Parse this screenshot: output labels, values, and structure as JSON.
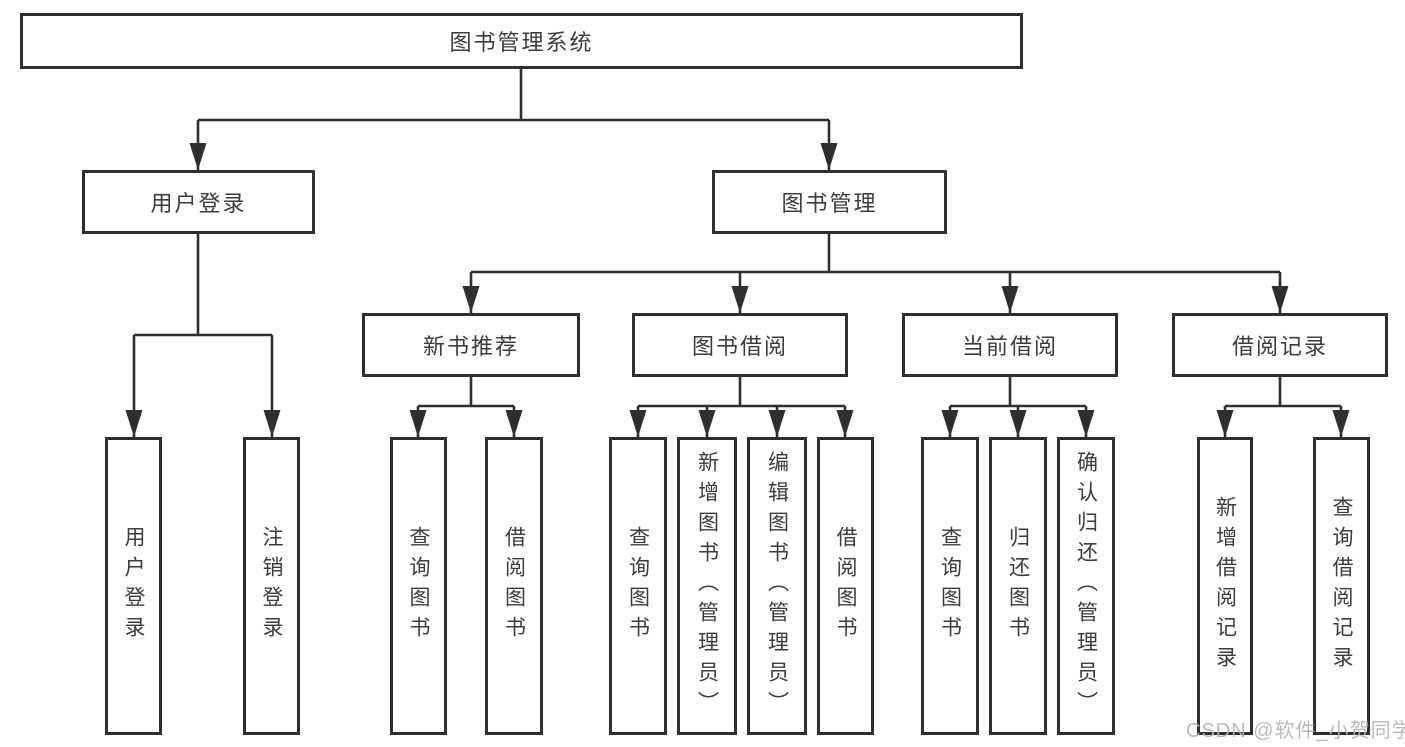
{
  "diagram": {
    "root": "图书管理系统",
    "level2": {
      "login": "用户登录",
      "mgmt": "图书管理"
    },
    "level3": {
      "recommend": "新书推荐",
      "borrow": "图书借阅",
      "current": "当前借阅",
      "records": "借阅记录"
    },
    "leaves": {
      "login": [
        "用户登录",
        "注销登录"
      ],
      "recommend": [
        "查询图书",
        "借阅图书"
      ],
      "borrow": [
        "查询图书",
        "新增图书（管理员）",
        "编辑图书（管理员）",
        "借阅图书"
      ],
      "current": [
        "查询图书",
        "归还图书",
        "确认归还（管理员）"
      ],
      "records": [
        "新增借阅记录",
        "查询借阅记录"
      ]
    }
  },
  "watermark": "CSDN @软件_小贺同学",
  "colors": {
    "line": "#2f2f2f",
    "text": "#3c3c3c",
    "watermark_text": "#b5b5b5",
    "background": "#ffffff"
  }
}
